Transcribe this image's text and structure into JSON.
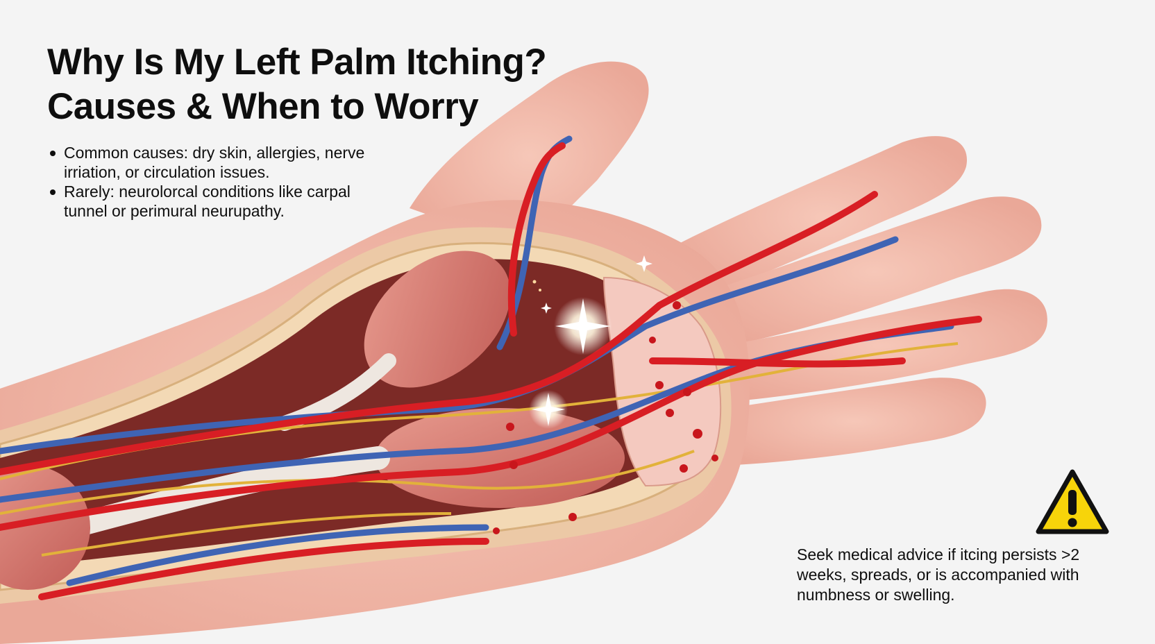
{
  "title": {
    "line1": "Why Is My Left Palm Itching?",
    "line2": "Causes & When to Worry"
  },
  "bullets": [
    {
      "text": "Common causes: dry skin, allergies, nerve irriation, or circulation issues."
    },
    {
      "text": "Rarely: neurolorcal conditions like carpal tunnel or perimural neurupathy."
    }
  ],
  "warning": {
    "icon": "warning-triangle-icon",
    "text": "Seek medical advice if itcing persists >2 weeks, spreads, or is accompanied with numbness or swelling."
  },
  "colors": {
    "background": "#f4f4f4",
    "skin": "#f0b9a8",
    "muscle": "#d9776e",
    "artery": "#d81e24",
    "vein": "#3f64b4",
    "nerve": "#e2b23a",
    "warning_yellow": "#f7d40a"
  }
}
